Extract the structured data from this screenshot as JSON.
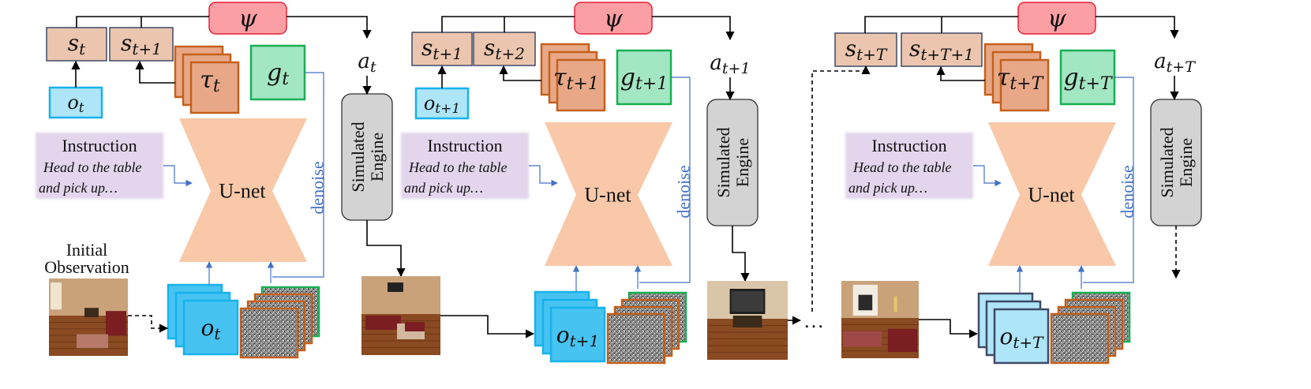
{
  "colors": {
    "state_fill": "#EBC5AE",
    "state_stroke": "#3F4A66",
    "psi_fill": "#FB9FA5",
    "psi_stroke": "#E5243A",
    "tau_fill": "#E8A888",
    "tau_stroke": "#C4601C",
    "goal_fill": "#A3E6C2",
    "goal_stroke": "#17AF52",
    "obs_fill": "#AEE5F8",
    "obs_stroke": "#17B2EC",
    "obs_stack_fill": "#47C3F2",
    "instr_fill": "#E2D5EC",
    "unet_fill": "#F8C8A8",
    "engine_fill": "#D3D3D3",
    "denoise_color": "#4472C4"
  },
  "icons": {
    "initial_scene": "living-room-render-image",
    "observation_scene": "living-room-render-image",
    "noise": "gaussian-noise-image"
  },
  "initial_observation": "Initial\nObservation",
  "ellipsis": "…",
  "panels": [
    {
      "states": [
        {
          "base": "s",
          "sub": "t"
        },
        {
          "base": "s",
          "sub": "t+1"
        }
      ],
      "psi": "ψ",
      "tau": {
        "base": "τ",
        "sub": "t"
      },
      "goal": {
        "base": "g",
        "sub": "t"
      },
      "obs": {
        "base": "o",
        "sub": "t"
      },
      "obs_stack": {
        "base": "o",
        "sub": "t"
      },
      "action": {
        "base": "a",
        "sub": "t"
      },
      "instruction_title": "Instruction",
      "instruction_text": "Head to the table\nand pick up…",
      "unet": "U-net",
      "denoise": "denoise",
      "engine": "Simulated\nEngine"
    },
    {
      "states": [
        {
          "base": "s",
          "sub": "t+1"
        },
        {
          "base": "s",
          "sub": "t+2"
        }
      ],
      "psi": "ψ",
      "tau": {
        "base": "τ",
        "sub": "t+1"
      },
      "goal": {
        "base": "g",
        "sub": "t+1"
      },
      "obs": {
        "base": "o",
        "sub": "t+1"
      },
      "obs_stack": {
        "base": "o",
        "sub": "t+1"
      },
      "action": {
        "base": "a",
        "sub": "t+1"
      },
      "instruction_title": "Instruction",
      "instruction_text": "Head to the table\nand pick up…",
      "unet": "U-net",
      "denoise": "denoise",
      "engine": "Simulated\nEngine"
    },
    {
      "states": [
        {
          "base": "s",
          "sub": "t+T"
        },
        {
          "base": "s",
          "sub": "t+T+1"
        }
      ],
      "psi": "ψ",
      "tau": {
        "base": "τ",
        "sub": "t+T"
      },
      "goal": {
        "base": "g",
        "sub": "t+T"
      },
      "obs": null,
      "obs_stack": {
        "base": "o",
        "sub": "t+T"
      },
      "action": {
        "base": "a",
        "sub": "t+T"
      },
      "instruction_title": "Instruction",
      "instruction_text": "Head to the table\nand pick up…",
      "unet": "U-net",
      "denoise": "denoise",
      "engine": "Simulated\nEngine"
    }
  ]
}
